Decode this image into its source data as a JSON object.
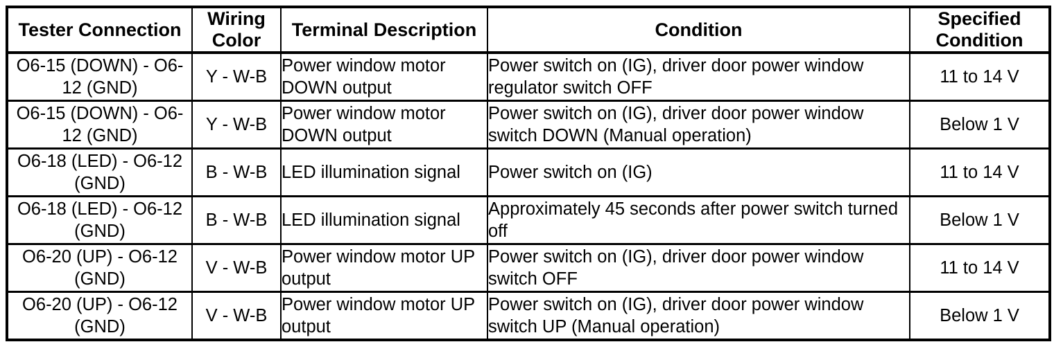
{
  "colors": {
    "border": "#000000",
    "text": "#000000",
    "background": "#ffffff"
  },
  "table": {
    "headers": [
      "Tester Connection",
      "Wiring Color",
      "Terminal Description",
      "Condition",
      "Specified Condition"
    ],
    "rows": [
      [
        "O6-15 (DOWN) - O6-12 (GND)",
        "Y - W-B",
        "Power window motor DOWN output",
        "Power switch on (IG), driver door power window regulator switch OFF",
        "11 to 14 V"
      ],
      [
        "O6-15 (DOWN) - O6-12 (GND)",
        "Y - W-B",
        "Power window motor DOWN output",
        "Power switch on (IG), driver door power window switch DOWN (Manual operation)",
        "Below 1 V"
      ],
      [
        "O6-18 (LED) - O6-12 (GND)",
        "B - W-B",
        "LED illumination signal",
        "Power switch on (IG)",
        "11 to 14 V"
      ],
      [
        "O6-18 (LED) - O6-12 (GND)",
        "B - W-B",
        "LED illumination signal",
        "Approximately 45 seconds after power switch turned off",
        "Below 1 V"
      ],
      [
        "O6-20 (UP) - O6-12 (GND)",
        "V - W-B",
        "Power window motor UP output",
        "Power switch on (IG), driver door power window switch OFF",
        "11 to 14 V"
      ],
      [
        "O6-20 (UP) - O6-12 (GND)",
        "V - W-B",
        "Power window motor UP output",
        "Power switch on (IG), driver door power window switch UP (Manual operation)",
        "Below 1 V"
      ]
    ]
  }
}
